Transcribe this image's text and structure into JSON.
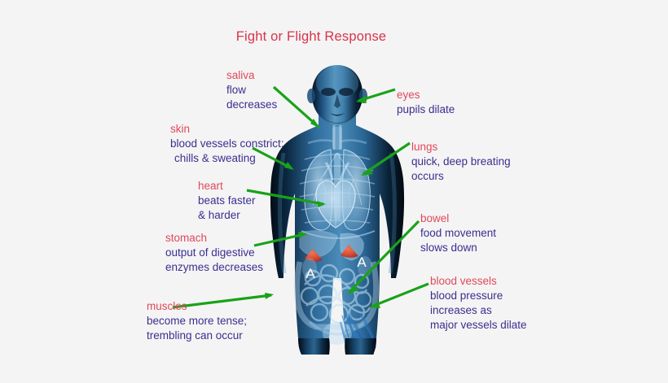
{
  "title": "Fight or Flight Response",
  "colors": {
    "background": "#f4f4f4",
    "title": "#d9334a",
    "label_heading": "#e0485c",
    "label_body": "#3b2f8f",
    "leader_line": "#19a219",
    "body_blue": "#1d4f7a",
    "adrenal_red": "#d9452e"
  },
  "figure": {
    "description": "translucent blue 3d anatomical male torso, front view, cropped at the hips",
    "adrenal_markers": [
      "A",
      "A"
    ]
  },
  "callouts": [
    {
      "id": "saliva",
      "heading": "saliva",
      "lines": [
        "flow",
        "decreases"
      ]
    },
    {
      "id": "eyes",
      "heading": "eyes",
      "lines": [
        "pupils dilate"
      ]
    },
    {
      "id": "skin",
      "heading": "skin",
      "lines": [
        "blood vessels constrict;",
        "chills & sweating"
      ]
    },
    {
      "id": "lungs",
      "heading": "lungs",
      "lines": [
        "quick, deep breating",
        "occurs"
      ]
    },
    {
      "id": "heart",
      "heading": "heart",
      "lines": [
        "beats faster",
        "& harder"
      ]
    },
    {
      "id": "bowel",
      "heading": "bowel",
      "lines": [
        "food movement",
        "slows down"
      ]
    },
    {
      "id": "stomach",
      "heading": "stomach",
      "lines": [
        "output of digestive",
        "enzymes decreases"
      ]
    },
    {
      "id": "blood_vessels",
      "heading": "blood vessels",
      "lines": [
        "blood pressure",
        "increases as",
        "major vessels dilate"
      ]
    },
    {
      "id": "muscles",
      "heading": "muscles",
      "lines": [
        "become more tense;",
        "trembling can occur"
      ]
    }
  ]
}
